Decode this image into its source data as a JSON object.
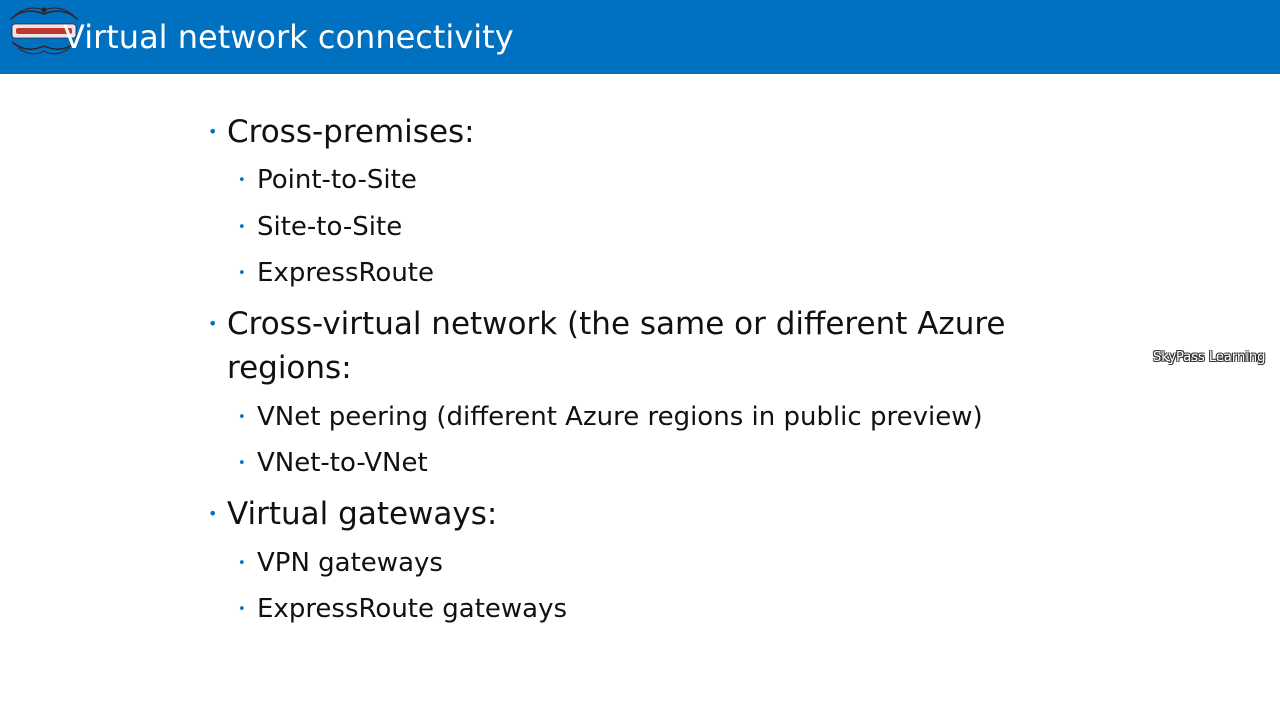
{
  "slide": {
    "title": "Virtual network connectivity",
    "watermark": "SkyPass Learning",
    "logo_icon": "skypass-logo-icon",
    "colors": {
      "header": "#0070c0",
      "bullet": "#0070c0",
      "text": "#111111"
    }
  },
  "sections": [
    {
      "heading": "Cross-premises:",
      "items": [
        "Point-to-Site",
        "Site-to-Site",
        "ExpressRoute"
      ]
    },
    {
      "heading_line1": "Cross-virtual network (the same or different Azure",
      "heading_line2": "regions:",
      "items": [
        "VNet peering (different Azure regions in public preview)",
        "VNet-to-VNet"
      ]
    },
    {
      "heading": "Virtual gateways:",
      "items": [
        "VPN gateways",
        "ExpressRoute gateways"
      ]
    }
  ]
}
